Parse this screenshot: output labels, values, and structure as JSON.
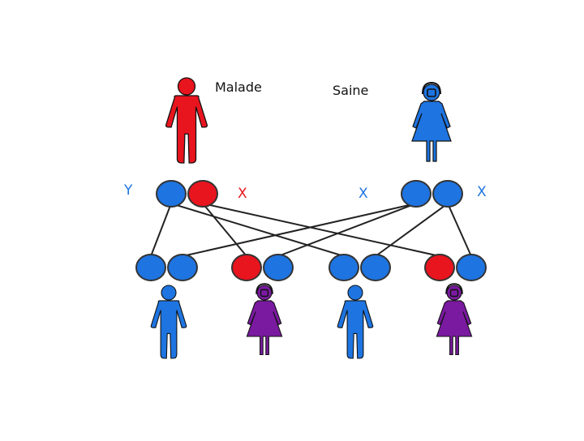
{
  "labels": {
    "father": "Malade",
    "mother": "Saine",
    "y": "Y",
    "x_father": "X",
    "x_mother_1": "X",
    "x_mother_2": "X"
  },
  "colors": {
    "affected": "#E8141E",
    "healthy": "#1E74E0",
    "carrier": "#7A1AA0",
    "line": "#222222"
  },
  "parents": {
    "father": {
      "status": "affected",
      "alleles": [
        "healthy",
        "affected"
      ]
    },
    "mother": {
      "status": "healthy",
      "alleles": [
        "healthy",
        "healthy"
      ]
    }
  },
  "children": [
    {
      "sex": "male",
      "status": "healthy",
      "alleles": [
        "healthy",
        "healthy"
      ]
    },
    {
      "sex": "female",
      "status": "carrier",
      "alleles": [
        "affected",
        "healthy"
      ]
    },
    {
      "sex": "male",
      "status": "healthy",
      "alleles": [
        "healthy",
        "healthy"
      ]
    },
    {
      "sex": "female",
      "status": "carrier",
      "alleles": [
        "affected",
        "healthy"
      ]
    }
  ]
}
